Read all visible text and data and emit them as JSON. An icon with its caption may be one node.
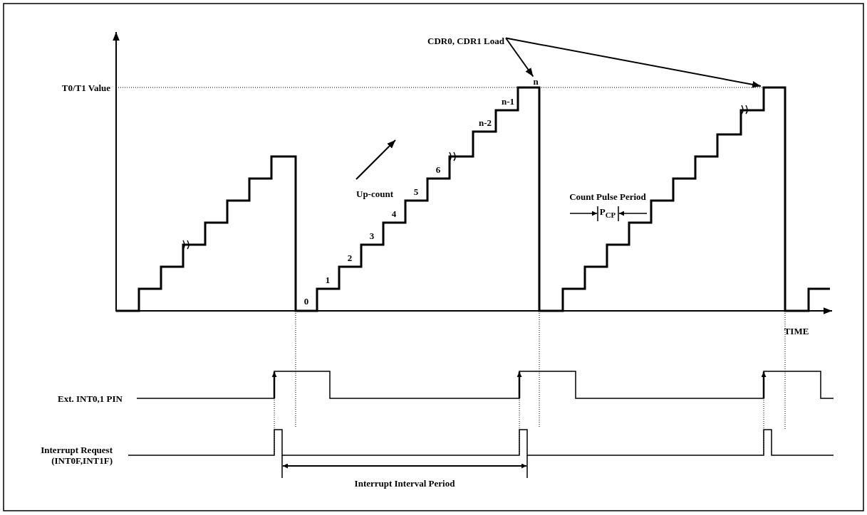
{
  "diagram": {
    "nodes": [
      {
        "text": [
          "CDR0, CDR1 Load"
        ]
      },
      {
        "text": [
          "n"
        ]
      }
    ],
    "edges": [
      {
        "from": 0,
        "to": 1,
        "arrow": "to"
      },
      {
        "from": 0,
        "to": null,
        "arrow": "to"
      }
    ],
    "labels": [
      "T0/T1 Value",
      "n-1",
      "n-2",
      "Count Pulse Period",
      "P$_{CP}$",
      "Up-count",
      "6",
      "5",
      "4",
      "3",
      "2",
      "1",
      "0",
      "TIME",
      "Ext. INT0,1 PIN",
      "Interrupt Request (INT0F,INT1F)",
      "Interrupt Interval Period"
    ]
  }
}
